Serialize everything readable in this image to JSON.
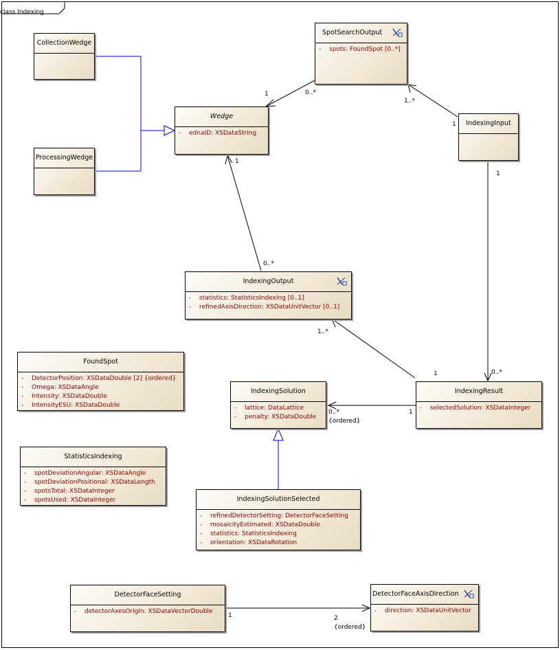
{
  "diagram": {
    "frame_label": "class Indexing",
    "classes": {
      "collection_wedge": {
        "name": "CollectionWedge",
        "attributes": []
      },
      "processing_wedge": {
        "name": "ProcessingWedge",
        "attributes": []
      },
      "wedge": {
        "name": "Wedge",
        "attributes": [
          {
            "vis": "-",
            "text": "ednaID:  XSDataString"
          }
        ]
      },
      "spot_search_output": {
        "name": "SpotSearchOutput",
        "attributes": [
          {
            "vis": "-",
            "text": "spots:  FoundSpot [0..*]"
          }
        ]
      },
      "indexing_input": {
        "name": "IndexingInput",
        "attributes": []
      },
      "indexing_output": {
        "name": "IndexingOutput",
        "attributes": [
          {
            "vis": "-",
            "text": "statistics:  StatisticsIndexing [0..1]"
          },
          {
            "vis": "-",
            "text": "refinedAxisDirection:  XSDataUnitVector [0..1]"
          }
        ]
      },
      "found_spot": {
        "name": "FoundSpot",
        "attributes": [
          {
            "vis": "-",
            "text": "DetectorPosition:  XSDataDouble [2] {ordered}"
          },
          {
            "vis": "-",
            "text": "Omega:  XSDataAngle"
          },
          {
            "vis": "-",
            "text": "Intensity:  XSDataDouble"
          },
          {
            "vis": "-",
            "text": "IntensityESU:  XSDataDouble"
          }
        ]
      },
      "indexing_solution": {
        "name": "IndexingSolution",
        "attributes": [
          {
            "vis": "-",
            "text": "lattice:  DataLattice"
          },
          {
            "vis": "-",
            "text": "penalty:  XSDataDouble"
          }
        ]
      },
      "indexing_result": {
        "name": "IndexingResult",
        "attributes": [
          {
            "vis": "-",
            "text": "selectedSolution:  XSDataInteger"
          }
        ]
      },
      "statistics_indexing": {
        "name": "StatisticsIndexing",
        "attributes": [
          {
            "vis": "-",
            "text": "spotDeviationAngular:  XSDataAngle"
          },
          {
            "vis": "-",
            "text": "spotDeviationPositional:  XSDataLength"
          },
          {
            "vis": "-",
            "text": "spotsTotal:  XSDataInteger"
          },
          {
            "vis": "-",
            "text": "spotsUsed:  XSDataInteger"
          }
        ]
      },
      "indexing_solution_selected": {
        "name": "IndexingSolutionSelected",
        "attributes": [
          {
            "vis": "-",
            "text": "refinedDetectorSetting:  DetectorFaceSetting"
          },
          {
            "vis": "-",
            "text": "mosaicityEstimated:  XSDataDouble"
          },
          {
            "vis": "-",
            "text": "statistics:  StatisticsIndexing"
          },
          {
            "vis": "-",
            "text": "orientation:  XSDataRotation"
          }
        ]
      },
      "detector_face_setting": {
        "name": "DetectorFaceSetting",
        "attributes": [
          {
            "vis": "-",
            "text": "detectorAxesOrigin:  XSDataVectorDouble"
          }
        ]
      },
      "detector_face_axis_direction": {
        "name": "DetectorFaceAxisDirection",
        "attributes": [
          {
            "vis": "-",
            "text": "direction:  XSDataUnitVector"
          }
        ]
      }
    },
    "multiplicities": {
      "sso_wedge_one": "1",
      "sso_wedge_many": "0..*",
      "input_sso_many": "1..*",
      "input_sso_one": "1",
      "input_result_one": "1",
      "output_wedge_one": "1",
      "output_wedge_many": "0..*",
      "result_output_many": "1..*",
      "result_output_one": "1",
      "result_from_input_many": "0..*",
      "result_solution_one": "1",
      "result_solution_many": "0..*",
      "result_solution_ordered": "{ordered}",
      "dfs_dfad_one": "1",
      "dfs_dfad_two": "2",
      "dfs_dfad_ordered": "{ordered}"
    },
    "colors": {
      "generalization": "#0000cc",
      "association": "#000000",
      "attribute_text": "#8b0000",
      "class_fill": "#f3ead9"
    }
  }
}
